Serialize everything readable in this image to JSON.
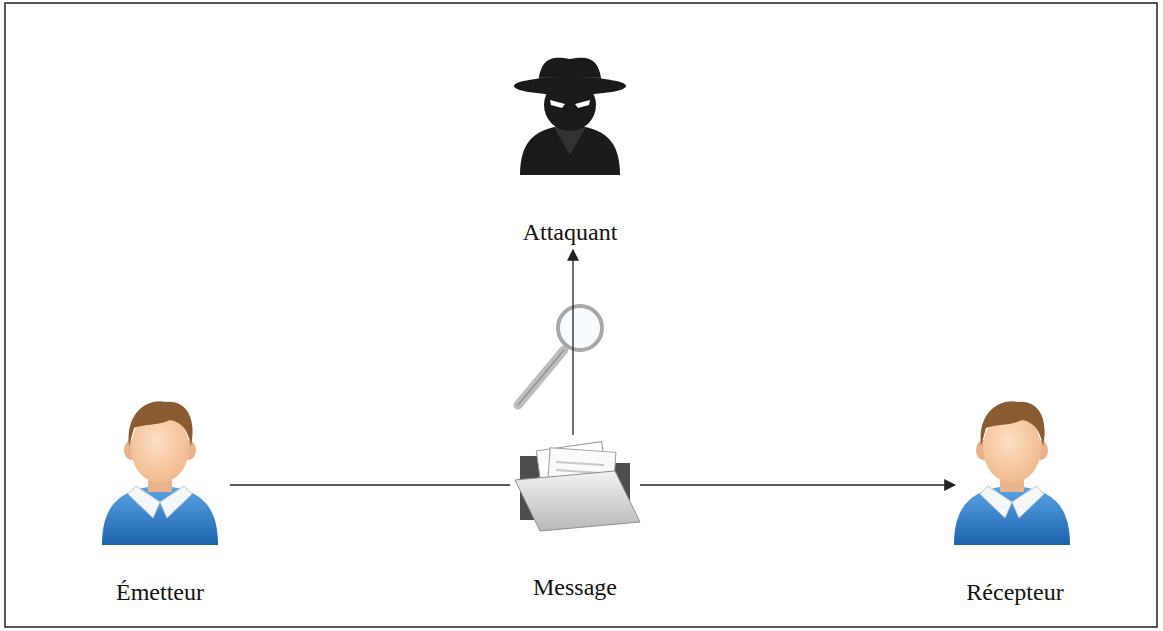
{
  "diagram": {
    "nodes": [
      {
        "text": [
          "Attaquant"
        ]
      },
      {
        "text": [
          "Émetteur"
        ]
      },
      {
        "text": [
          "Message"
        ]
      },
      {
        "text": [
          "Récepteur"
        ]
      }
    ],
    "edges": [
      {
        "from": 1,
        "to": 2,
        "arrow": "none"
      },
      {
        "from": 2,
        "to": 3,
        "arrow": "to"
      },
      {
        "from": 2,
        "to": 0,
        "arrow": "to"
      }
    ]
  }
}
